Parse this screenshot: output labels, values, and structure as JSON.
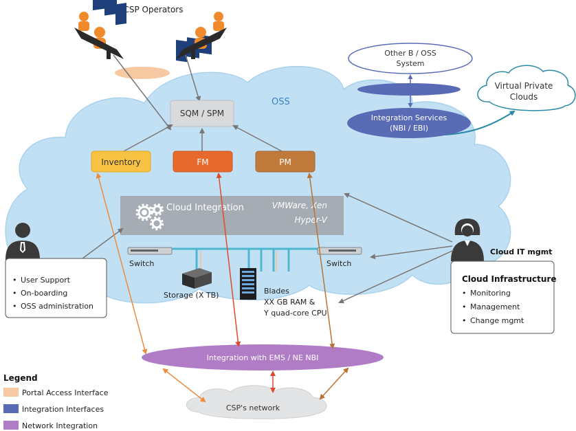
{
  "colors": {
    "cloud": "#c2e0f4",
    "cloud_stroke": "#a9d2ee",
    "portal": "#f7c9a2",
    "integration": "#5a6bb5",
    "network": "#b07cc6",
    "inventory": "#f8c243",
    "fm": "#e8692c",
    "pm": "#c07a3c",
    "integration_block": "#a5acb3",
    "sqm_block": "#d9dadb",
    "arrow_orange": "#ef8a3c",
    "arrow_red": "#de4a2a",
    "arrow_brown": "#b87333",
    "arrow_gray": "#777777",
    "teal": "#2a8aa6"
  },
  "labels": {
    "csp_operators": "CSP Operators",
    "oss": "OSS",
    "sqm_spm": "SQM / SPM",
    "inventory": "Inventory",
    "fm": "FM",
    "pm": "PM",
    "cloud_integration": "Cloud Integration",
    "vmware_line1": "VMWare, Xen",
    "vmware_line2": "Hyper-V",
    "switch_left": "Switch",
    "switch_right": "Switch",
    "storage": "Storage (X TB)",
    "blades_line1": "Blades",
    "blades_line2": "XX GB RAM &",
    "blades_line3": "Y quad-core CPU",
    "other_bss_line1": "Other B / OSS",
    "other_bss_line2": "System",
    "integration_services_line1": "Integration Services",
    "integration_services_line2": "(NBI / EBI)",
    "vpc_line1": "Virtual Private",
    "vpc_line2": "Clouds",
    "cloud_it_mgmt": "Cloud IT mgmt",
    "cloud_infrastructure": "Cloud Infrastructure",
    "ems_integration": "Integration with EMS / NE NBI",
    "csp_network": "CSP's network"
  },
  "user_support_items": [
    "User Support",
    "On-boarding",
    "OSS administration"
  ],
  "cloud_infra_items": [
    "Monitoring",
    "Management",
    "Change mgmt"
  ],
  "legend": {
    "title": "Legend",
    "items": [
      {
        "label": "Portal Access Interface",
        "color": "#f7c9a2"
      },
      {
        "label": "Integration Interfaces",
        "color": "#5a6bb5"
      },
      {
        "label": "Network Integration",
        "color": "#b07cc6"
      }
    ]
  }
}
